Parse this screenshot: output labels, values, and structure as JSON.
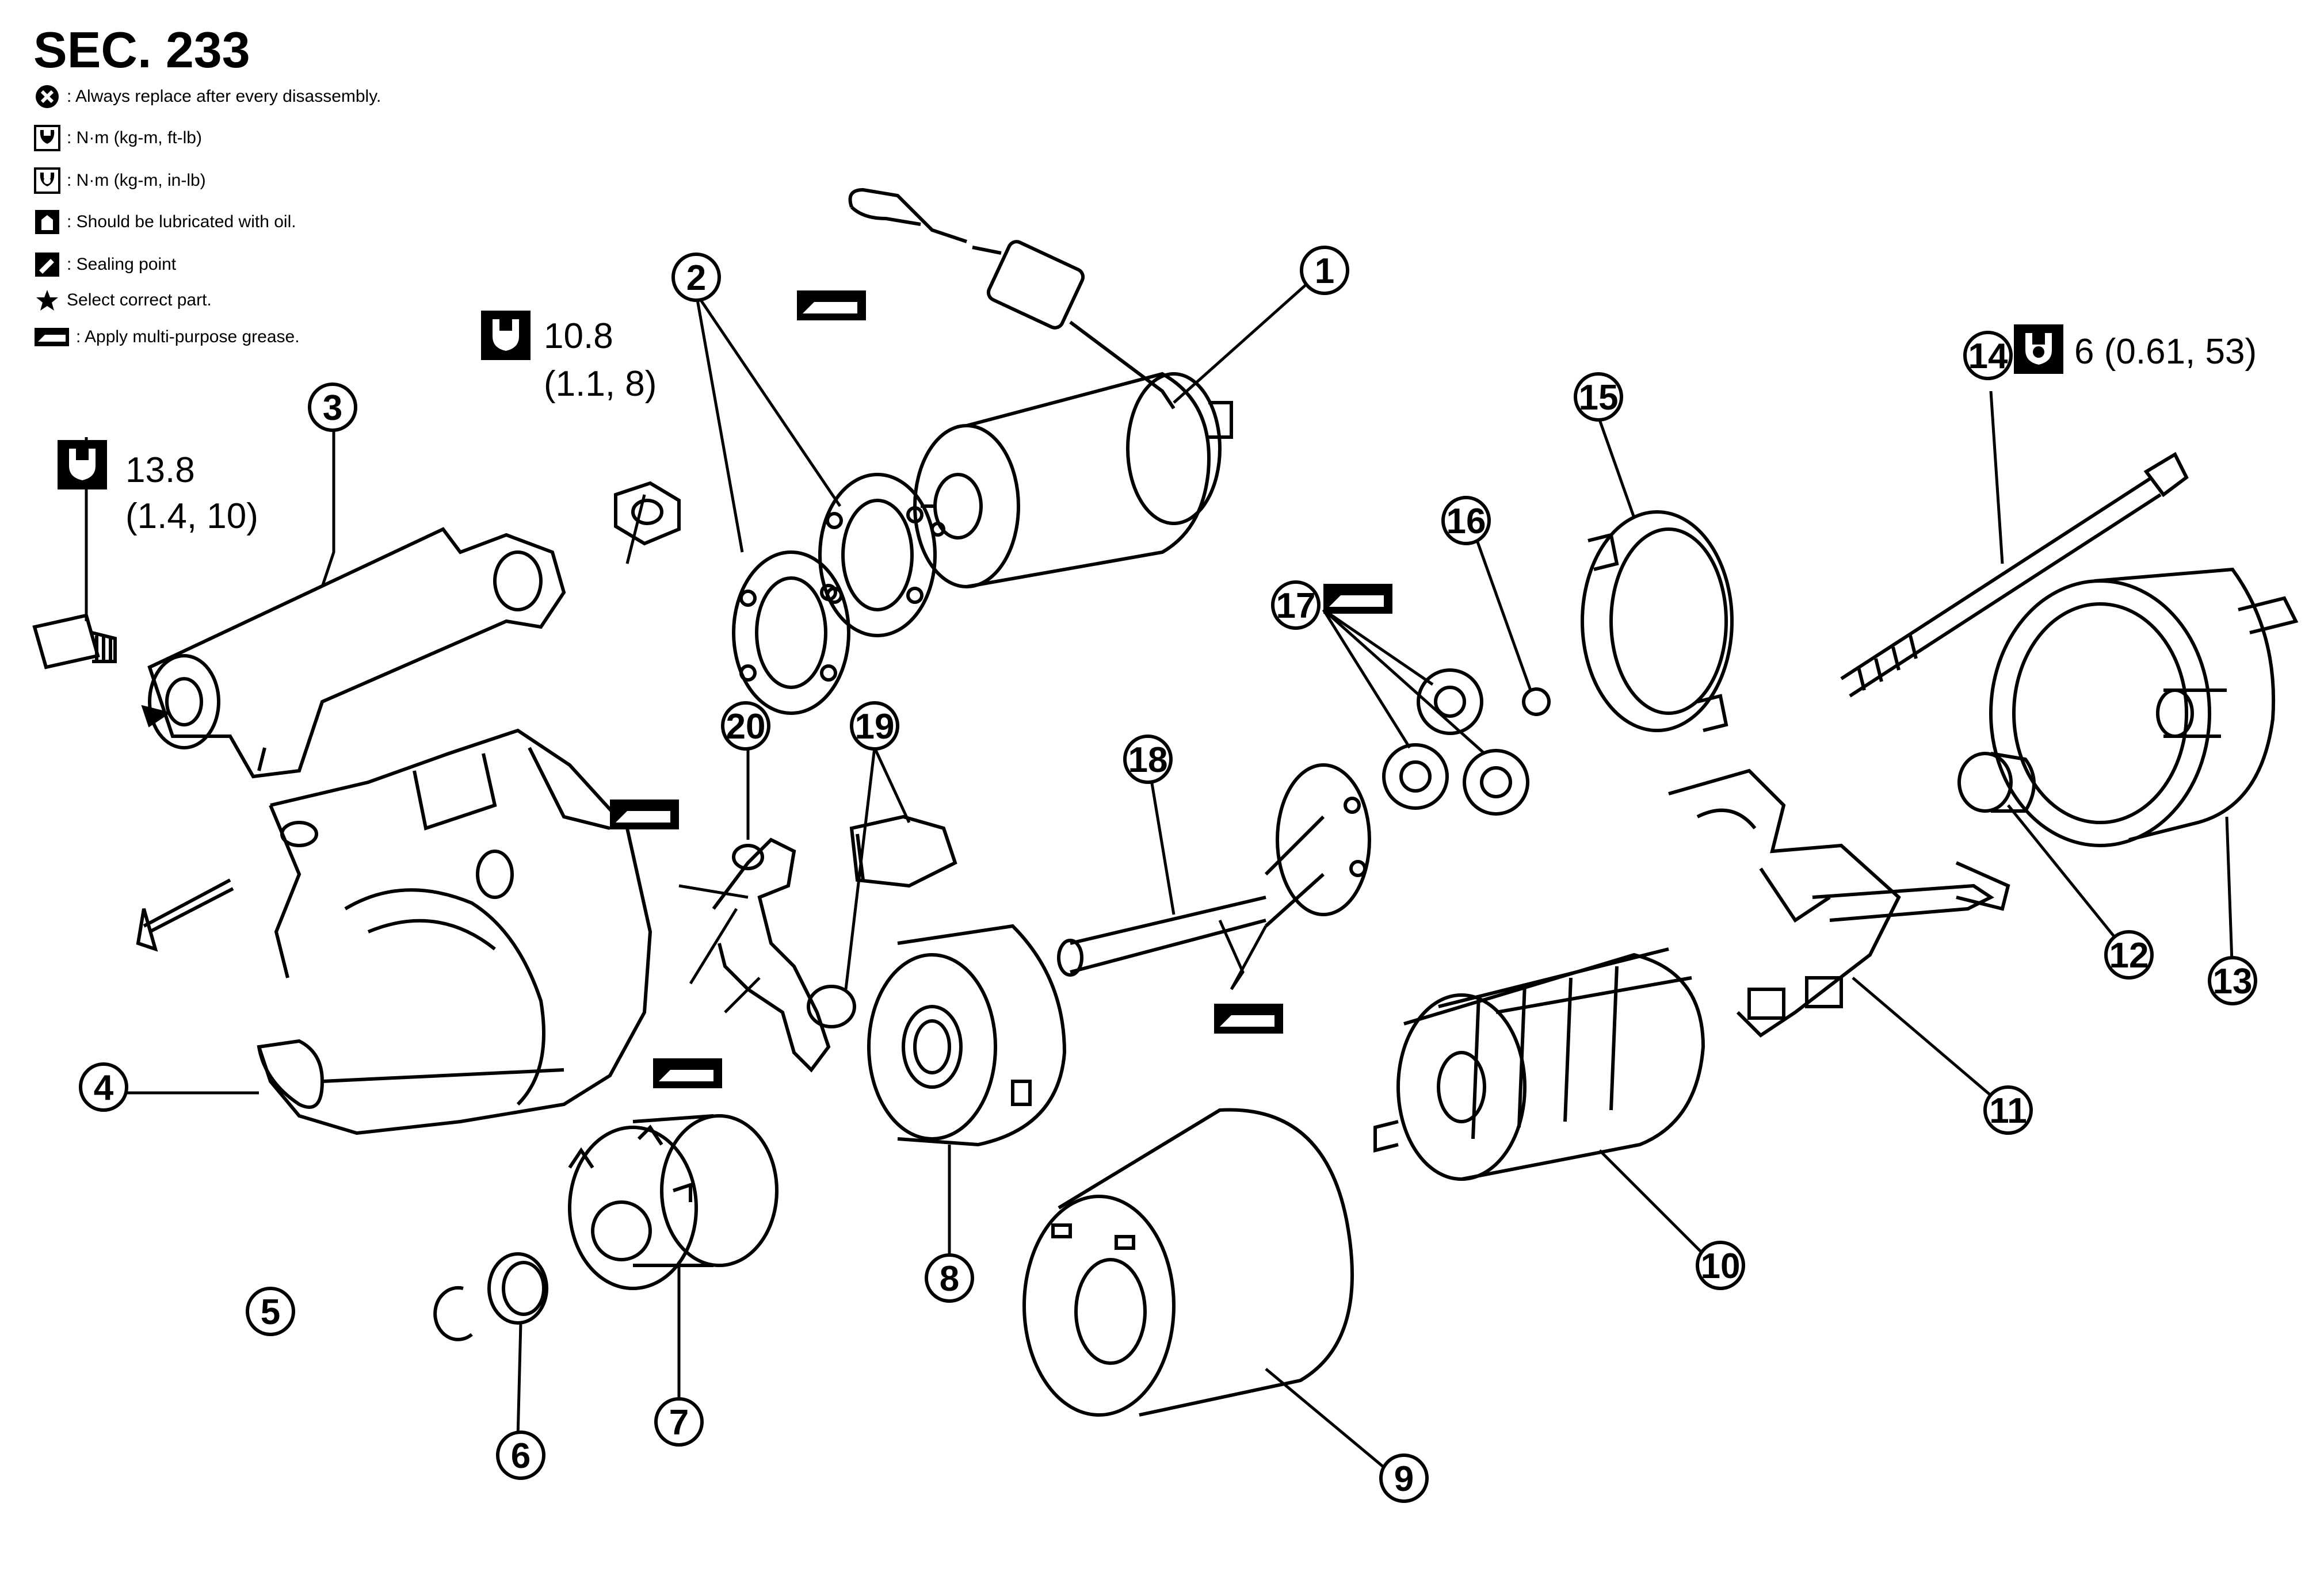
{
  "header": {
    "section": "SEC. 233"
  },
  "legend": [
    {
      "icon": "x-circle-icon",
      "text": ": Always replace after every disassembly."
    },
    {
      "icon": "torque-wrench-icon",
      "text": ": N·m (kg-m, ft-lb)"
    },
    {
      "icon": "torque-wrench-small-icon",
      "text": ": N·m (kg-m, in-lb)"
    },
    {
      "icon": "oil-can-icon",
      "text": ": Should be lubricated with oil."
    },
    {
      "icon": "sealant-icon",
      "text": ": Sealing point"
    },
    {
      "icon": "star-icon",
      "text": "Select correct part."
    },
    {
      "icon": "grease-icon",
      "text": ": Apply multi-purpose grease."
    }
  ],
  "torques": {
    "bolt3": {
      "value": "13.8",
      "detail": "(1.4, 10)"
    },
    "nut": {
      "value": "10.8",
      "detail": "(1.1, 8)"
    },
    "thru_bolt": {
      "value": "6 (0.61, 53)"
    }
  },
  "callouts": [
    "1",
    "2",
    "3",
    "4",
    "5",
    "6",
    "7",
    "8",
    "9",
    "10",
    "11",
    "12",
    "13",
    "14",
    "15",
    "16",
    "17",
    "18",
    "19",
    "20"
  ],
  "colors": {
    "ink": "#000000",
    "paper": "#ffffff"
  }
}
